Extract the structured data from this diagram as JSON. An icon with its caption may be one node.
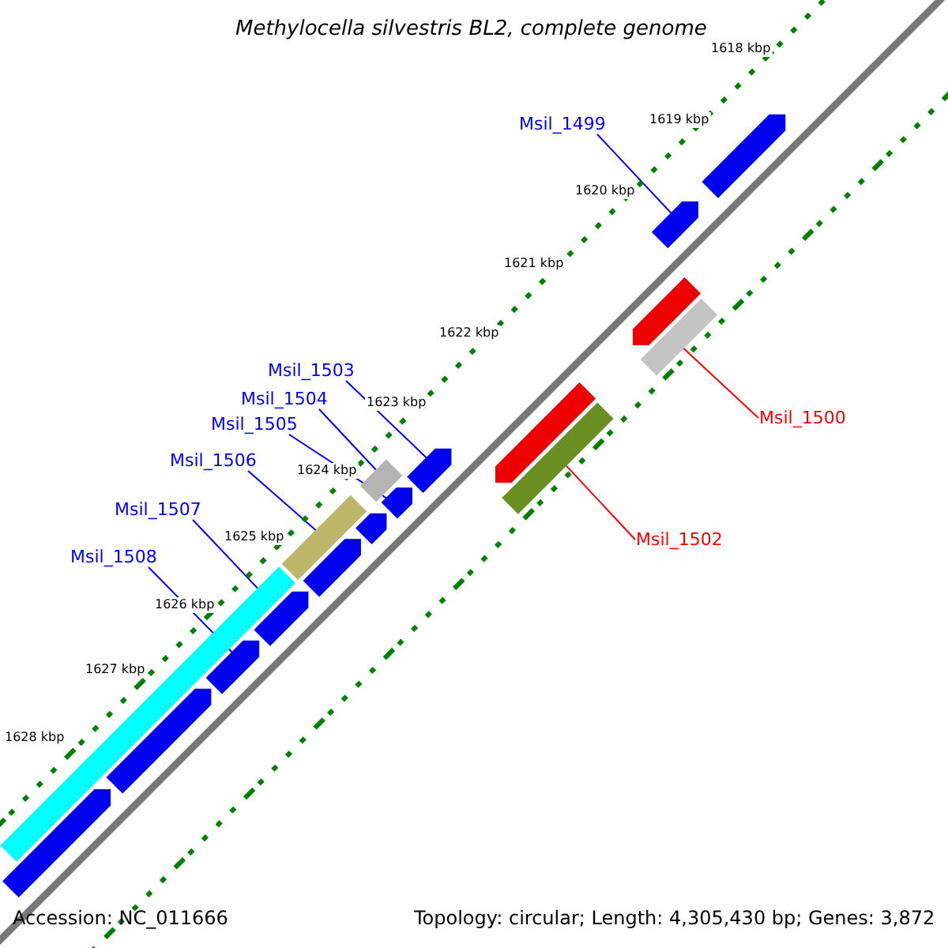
{
  "diagram": {
    "title": "Methylocella silvestris BL2, complete genome",
    "nodes": [
      {
        "text": [
          "Msil_1499"
        ]
      },
      {
        "text": [
          "Msil_1500"
        ]
      },
      {
        "text": [
          "Msil_1502"
        ]
      },
      {
        "text": [
          "Msil_1503"
        ]
      },
      {
        "text": [
          "Msil_1504"
        ]
      },
      {
        "text": [
          "Msil_1505"
        ]
      },
      {
        "text": [
          "Msil_1506"
        ]
      },
      {
        "text": [
          "Msil_1507"
        ]
      },
      {
        "text": [
          "Msil_1508"
        ]
      },
      {
        "text": [],
        "shape": "arrow"
      },
      {
        "text": [],
        "shape": "bar"
      },
      {
        "text": [],
        "shape": "bar"
      },
      {
        "text": [],
        "shape": "arrow"
      },
      {
        "text": [],
        "shape": "bar"
      },
      {
        "text": [],
        "shape": "arrow"
      },
      {
        "text": [],
        "shape": "bar"
      },
      {
        "text": [],
        "shape": "bar"
      },
      {
        "text": [],
        "shape": "arrow"
      },
      {
        "text": [],
        "shape": "arrow"
      },
      {
        "text": [],
        "shape": "arrow"
      },
      {
        "text": [],
        "shape": "arrow"
      },
      {
        "text": [],
        "shape": "arrow"
      },
      {
        "text": [],
        "shape": "arrow"
      },
      {
        "text": [],
        "shape": "arrow"
      },
      {
        "text": [],
        "shape": "arrow"
      },
      {
        "text": [],
        "shape": "arrow"
      }
    ],
    "edges": [
      {
        "from": 0,
        "to": 9,
        "arrow": "none"
      },
      {
        "from": 1,
        "to": 10,
        "arrow": "none",
        "color": "#ff0000"
      },
      {
        "from": 2,
        "to": 11,
        "arrow": "none",
        "color": "#ff0000"
      },
      {
        "from": 3,
        "to": 12,
        "arrow": "none"
      },
      {
        "from": 4,
        "to": 13,
        "arrow": "none"
      },
      {
        "from": 5,
        "to": 14,
        "arrow": "none"
      },
      {
        "from": 6,
        "to": 15,
        "arrow": "none"
      },
      {
        "from": 7,
        "to": 16,
        "arrow": "none"
      },
      {
        "from": 8,
        "to": 17,
        "arrow": "none"
      }
    ],
    "labels": [
      "1618 kbp",
      "1619 kbp",
      "1620 kbp",
      "1621 kbp",
      "1622 kbp",
      "1623 kbp",
      "1624 kbp",
      "1625 kbp",
      "1626 kbp",
      "1627 kbp",
      "1628 kbp",
      "Accession: NC_011666",
      "Topology: circular; Length: 4,305,430 bp; Genes: 3,872"
    ]
  }
}
